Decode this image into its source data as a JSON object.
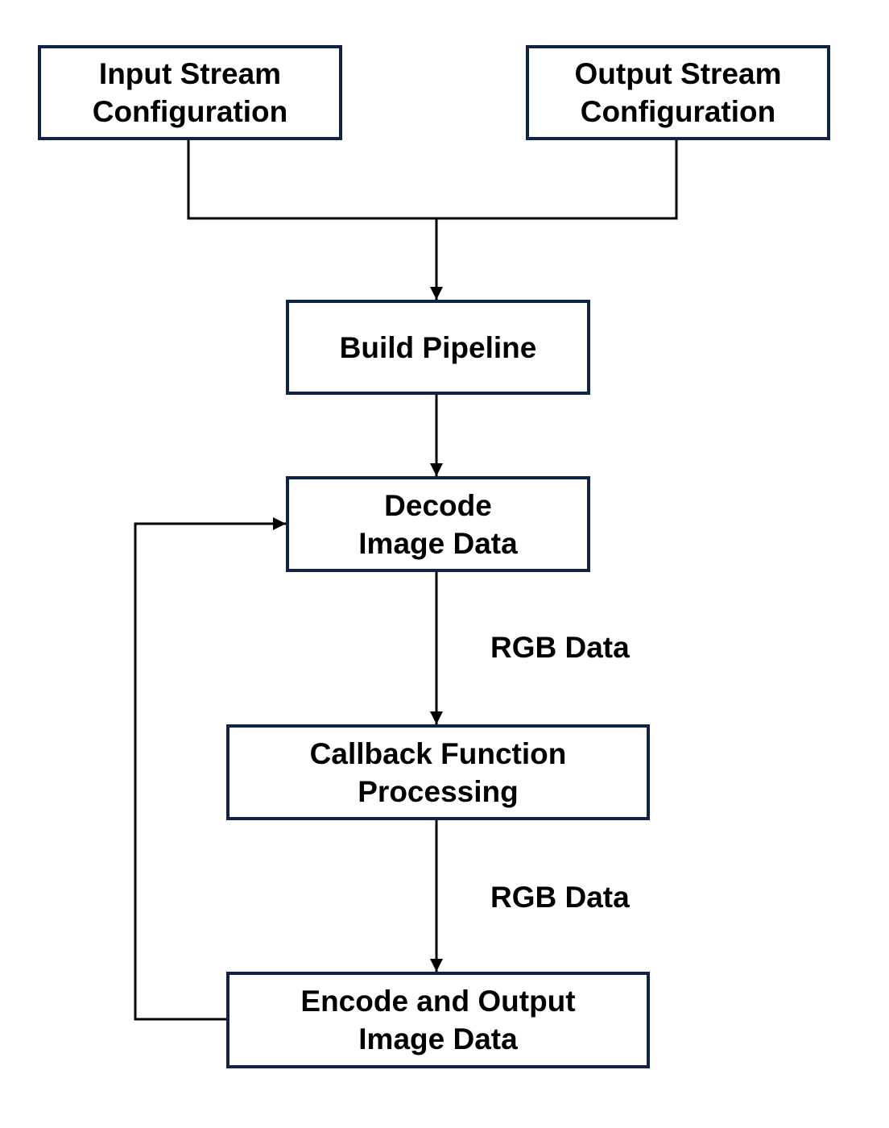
{
  "diagram": {
    "type": "flowchart",
    "colors": {
      "box_border": "#0f2347",
      "connector": "#000000",
      "text": "#000000",
      "background": "#ffffff"
    },
    "nodes": {
      "input_stream": {
        "line1": "Input Stream",
        "line2": "Configuration"
      },
      "output_stream": {
        "line1": "Output Stream",
        "line2": "Configuration"
      },
      "build_pipeline": {
        "line1": "Build Pipeline"
      },
      "decode": {
        "line1": "Decode",
        "line2": "Image Data"
      },
      "callback": {
        "line1": "Callback Function",
        "line2": "Processing"
      },
      "encode": {
        "line1": "Encode and Output",
        "line2": "Image Data"
      }
    },
    "edge_labels": {
      "decode_to_callback": "RGB Data",
      "callback_to_encode": "RGB Data"
    },
    "edges": [
      {
        "from": "input_stream",
        "to": "build_pipeline"
      },
      {
        "from": "output_stream",
        "to": "build_pipeline"
      },
      {
        "from": "build_pipeline",
        "to": "decode"
      },
      {
        "from": "decode",
        "to": "callback",
        "label": "RGB Data"
      },
      {
        "from": "callback",
        "to": "encode",
        "label": "RGB Data"
      },
      {
        "from": "encode",
        "to": "decode",
        "kind": "loop-back"
      }
    ]
  }
}
